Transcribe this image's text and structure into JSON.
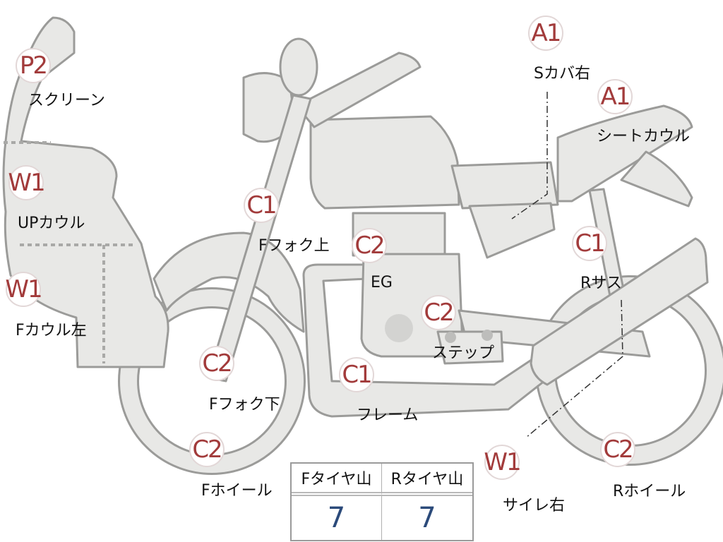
{
  "parts": [
    {
      "id": "screen",
      "grade": "P2",
      "label": "スクリーン"
    },
    {
      "id": "up-cowl",
      "grade": "W1",
      "label": "UPカウル"
    },
    {
      "id": "f-cowl-l",
      "grade": "W1",
      "label": "Fカウル左"
    },
    {
      "id": "f-fork-up",
      "grade": "C1",
      "label": "Fフォク上"
    },
    {
      "id": "f-fork-lo",
      "grade": "C2",
      "label": "Fフォク下"
    },
    {
      "id": "f-wheel",
      "grade": "C2",
      "label": "Fホイール"
    },
    {
      "id": "engine",
      "grade": "C2",
      "label": "EG"
    },
    {
      "id": "step",
      "grade": "C2",
      "label": "ステップ"
    },
    {
      "id": "frame",
      "grade": "C1",
      "label": "フレーム"
    },
    {
      "id": "s-cover-r",
      "grade": "A1",
      "label": "Sカバ右"
    },
    {
      "id": "seat-cowl",
      "grade": "A1",
      "label": "シートカウル"
    },
    {
      "id": "r-sus",
      "grade": "C1",
      "label": "Rサス"
    },
    {
      "id": "muffler-r",
      "grade": "W1",
      "label": "サイレ右"
    },
    {
      "id": "r-wheel",
      "grade": "C2",
      "label": "Rホイール"
    }
  ],
  "tire_table": {
    "front_header": "Fタイヤ山",
    "rear_header": "Rタイヤ山",
    "front_value": "7",
    "rear_value": "7"
  },
  "colors": {
    "part_fill": "#e8e8e6",
    "outline": "#9b9b99",
    "grade_text": "#a23b3b",
    "tire_value": "#2b4a7a"
  }
}
